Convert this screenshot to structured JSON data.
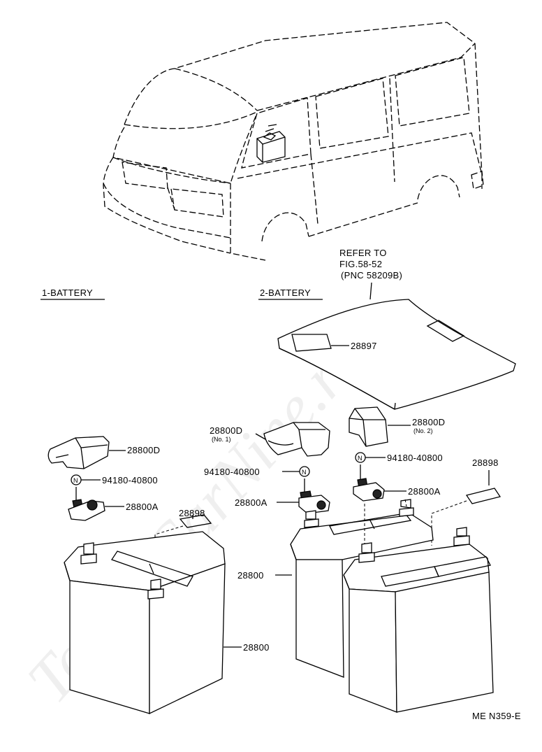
{
  "watermark": "ToyotaCarNine.ru",
  "sections": {
    "one_battery": "1-BATTERY",
    "two_battery": "2-BATTERY"
  },
  "refer": {
    "line1": "REFER TO",
    "line2": "FIG.58-52",
    "line3": "(PNC 58209B)"
  },
  "callouts": {
    "cover": "28897",
    "cap_two_no2": "28800D",
    "cap_two_no2_sub": "(No. 2)",
    "cap_two_no1": "28800D",
    "cap_two_no1_sub": "(No. 1)",
    "nut_two_right": "94180-40800",
    "nut_two_mid": "94180-40800",
    "label_two": "28898",
    "clamp_two_right": "28800A",
    "clamp_two_mid": "28800A",
    "battery_two": "28800",
    "cap_one": "28800D",
    "nut_one": "94180-40800",
    "label_one": "28898",
    "clamp_one": "28800A",
    "battery_one": "28800"
  },
  "nut_marks": {
    "one": "N",
    "two_mid": "N",
    "two_right": "N"
  },
  "figure_code": "ME  N359-E"
}
